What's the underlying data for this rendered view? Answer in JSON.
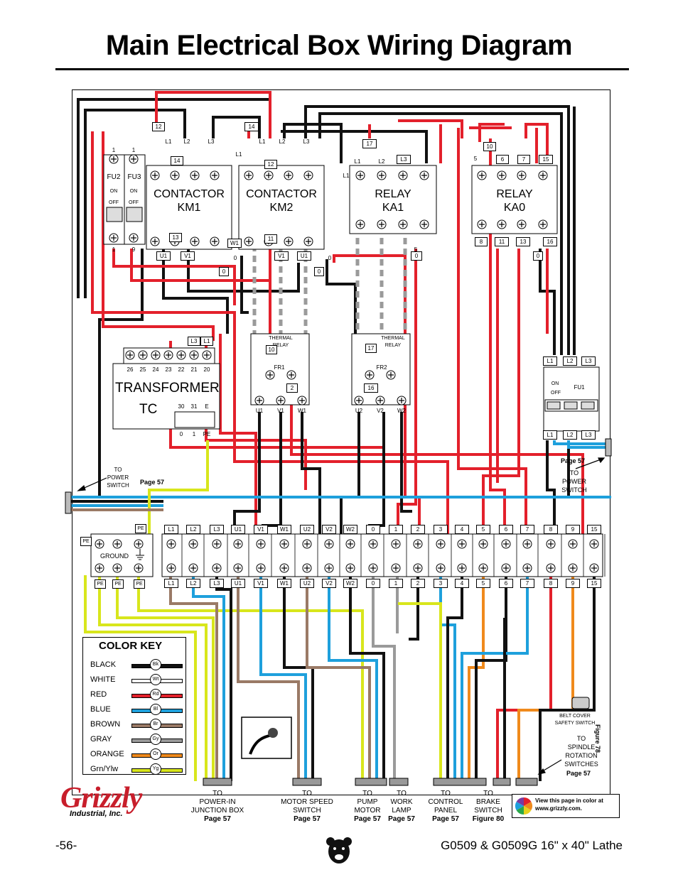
{
  "page_title": "Main Electrical Box Wiring Diagram",
  "page_number": "-56-",
  "footer_title": "G0509 & G0509G 16\" x 40\" Lathe",
  "figure_label": "Figure 78",
  "components": {
    "fuses": {
      "fu2": "FU2",
      "fu3": "FU3",
      "on": "ON",
      "off": "OFF",
      "top_terms": [
        "1",
        "1"
      ],
      "bottom_terms": [
        "1",
        "9"
      ]
    },
    "km1": {
      "line1": "CONTACTOR",
      "line2": "KM1",
      "top_terms": [
        "12",
        "L1",
        "L2",
        "L3",
        "14"
      ],
      "bottom_terms": [
        "13",
        "U1",
        "V1"
      ]
    },
    "km2": {
      "line1": "CONTACTOR",
      "line2": "KM2",
      "top_terms": [
        "14",
        "L1",
        "L1",
        "L2",
        "L3",
        "12"
      ],
      "bottom_terms": [
        "11",
        "W1",
        "0",
        "0",
        "V1",
        "U1",
        "0",
        "0"
      ]
    },
    "ka1": {
      "line1": "RELAY",
      "line2": "KA1",
      "top_terms": [
        "17",
        "L1",
        "L2",
        "L3",
        "L1"
      ],
      "bottom_terms": [
        "5",
        "0"
      ]
    },
    "ka0": {
      "line1": "RELAY",
      "line2": "KA0",
      "top_terms": [
        "10",
        "5",
        "6",
        "7",
        "15"
      ],
      "bottom_terms": [
        "8",
        "11",
        "13",
        "16",
        "0"
      ]
    },
    "transformer": {
      "line1": "TRANSFORMER",
      "line2": "TC",
      "top_terms": [
        "L3",
        "L1"
      ],
      "terms": [
        "26",
        "25",
        "24",
        "23",
        "22",
        "21",
        "20"
      ],
      "lower_terms": [
        "30",
        "31",
        "E"
      ],
      "bottom_terms": [
        "0",
        "1",
        "PE"
      ]
    },
    "fr1": {
      "caption": "THERMAL\nRELAY",
      "name": "FR1",
      "terms": [
        "10",
        "2"
      ],
      "bottom_terms": [
        "U1",
        "V1",
        "W1"
      ]
    },
    "fr2": {
      "caption": "THERMAL\nRELAY",
      "name": "FR2",
      "terms": [
        "17",
        "16"
      ],
      "bottom_terms": [
        "U2",
        "V2",
        "W2"
      ]
    },
    "fu1": {
      "name": "FU1",
      "top_terms": [
        "L1",
        "L2",
        "L3"
      ],
      "bottom_terms": [
        "L1",
        "L2",
        "L3"
      ],
      "on": "ON",
      "off": "OFF"
    }
  },
  "terminal_strip": {
    "top_labels": [
      "L1",
      "L2",
      "L3",
      "U1",
      "V1",
      "W1",
      "U2",
      "V2",
      "W2",
      "0",
      "1",
      "2",
      "3",
      "4",
      "5",
      "6",
      "7",
      "8",
      "9",
      "15"
    ],
    "bottom_labels": [
      "L1",
      "L2",
      "L3",
      "U1",
      "V1",
      "W1",
      "U2",
      "V2",
      "W2",
      "0",
      "1",
      "2",
      "3",
      "4",
      "5",
      "6",
      "7",
      "8",
      "9",
      "15"
    ],
    "ground_label": "GROUND",
    "pe_labels": [
      "PE",
      "PE",
      "PE",
      "PE",
      "PE"
    ]
  },
  "notes": {
    "to_power_switch_left": "TO\nPOWER\nSWITCH",
    "page57_left": "Page 57",
    "to_power_switch_right": "TO\nPOWER\nSWITCH",
    "page57_right": "Page 57",
    "belt_cover": "BELT COVER\nSAFETY SWITCH",
    "to_spindle": "TO\nSPINDLE\nROTATION\nSWITCHES",
    "to_spindle_page": "Page 57"
  },
  "color_key": {
    "title": "COLOR KEY",
    "entries": [
      {
        "name": "BLACK",
        "code": "Bk",
        "color": "#111111"
      },
      {
        "name": "WHITE",
        "code": "Wt",
        "color": "#ffffff"
      },
      {
        "name": "RED",
        "code": "Rd",
        "color": "#e3202b"
      },
      {
        "name": "BLUE",
        "code": "Bl",
        "color": "#1ea0dc"
      },
      {
        "name": "BROWN",
        "code": "Br",
        "color": "#9a7a66"
      },
      {
        "name": "GRAY",
        "code": "Gy",
        "color": "#9a9a9a"
      },
      {
        "name": "ORANGE",
        "code": "Or",
        "color": "#f08a1c"
      },
      {
        "name": "Grn/Ylw",
        "code": "Yg",
        "color": "#d8e61c"
      }
    ]
  },
  "destinations": [
    {
      "text": "TO\nPOWER-IN\nJUNCTION BOX",
      "page": "Page 57"
    },
    {
      "text": "TO\nMOTOR SPEED\nSWITCH",
      "page": "Page 57"
    },
    {
      "text": "TO\nPUMP\nMOTOR",
      "page": "Page 57"
    },
    {
      "text": "TO\nWORK\nLAMP",
      "page": "Page 57"
    },
    {
      "text": "TO\nCONTROL\nPANEL",
      "page": "Page 57"
    },
    {
      "text": "TO\nBRAKE\nSWITCH",
      "page": "Figure 80"
    }
  ],
  "brand": {
    "name": "Grizzly",
    "sub": "Industrial, Inc."
  },
  "color_notice": "View this page in color at\nwww.grizzly.com."
}
